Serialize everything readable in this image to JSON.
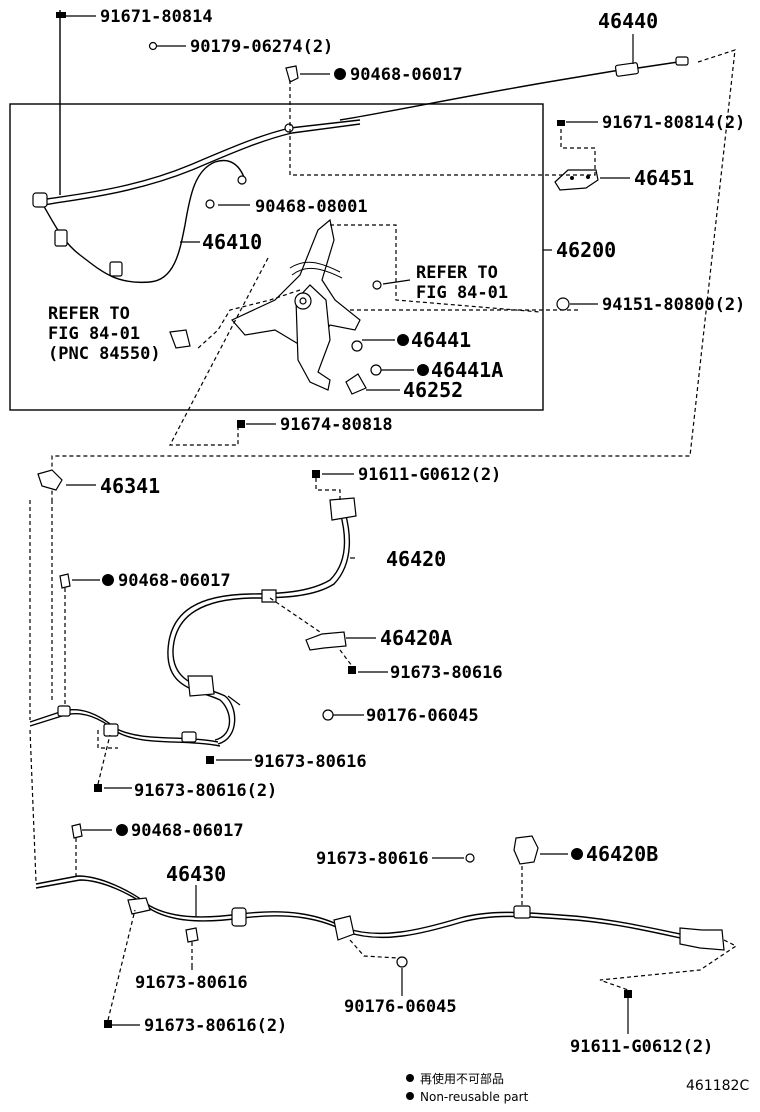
{
  "labels": {
    "p91671_80814": "91671-80814",
    "p90179_06274": "90179-06274(2)",
    "p46440": "46440",
    "p90468_06017_top": "90468-06017",
    "p91671_80814_2": "91671-80814(2)",
    "p46451": "46451",
    "p90468_08001": "90468-08001",
    "p46410": "46410",
    "p46200": "46200",
    "refer_to_1": "REFER TO",
    "fig_84_01_1": "FIG 84-01",
    "refer_to_2": "REFER TO",
    "fig_84_01_2": "FIG 84-01",
    "pnc_84550": "(PNC 84550)",
    "p94151_80800": "94151-80800(2)",
    "p46441": "46441",
    "p46441a": "46441A",
    "p46252": "46252",
    "p91674_80818": "91674-80818",
    "p46341": "46341",
    "p91611_g0612_top": "91611-G0612(2)",
    "p46420": "46420",
    "p90468_06017_mid": "90468-06017",
    "p46420a": "46420A",
    "p91673_80616_a": "91673-80616",
    "p90176_06045_a": "90176-06045",
    "p91673_80616_b": "91673-80616",
    "p91673_80616_2a": "91673-80616(2)",
    "p90468_06017_low": "90468-06017",
    "p91673_80616_c": "91673-80616",
    "p46420b": "46420B",
    "p46430": "46430",
    "p91673_80616_d": "91673-80616",
    "p90176_06045_b": "90176-06045",
    "p91673_80616_2b": "91673-80616(2)",
    "p91611_g0612_bot": "91611-G0612(2)"
  },
  "legend": {
    "jp": "再使用不可部品",
    "en": "Non-reusable part"
  },
  "figure_code": "461182C"
}
